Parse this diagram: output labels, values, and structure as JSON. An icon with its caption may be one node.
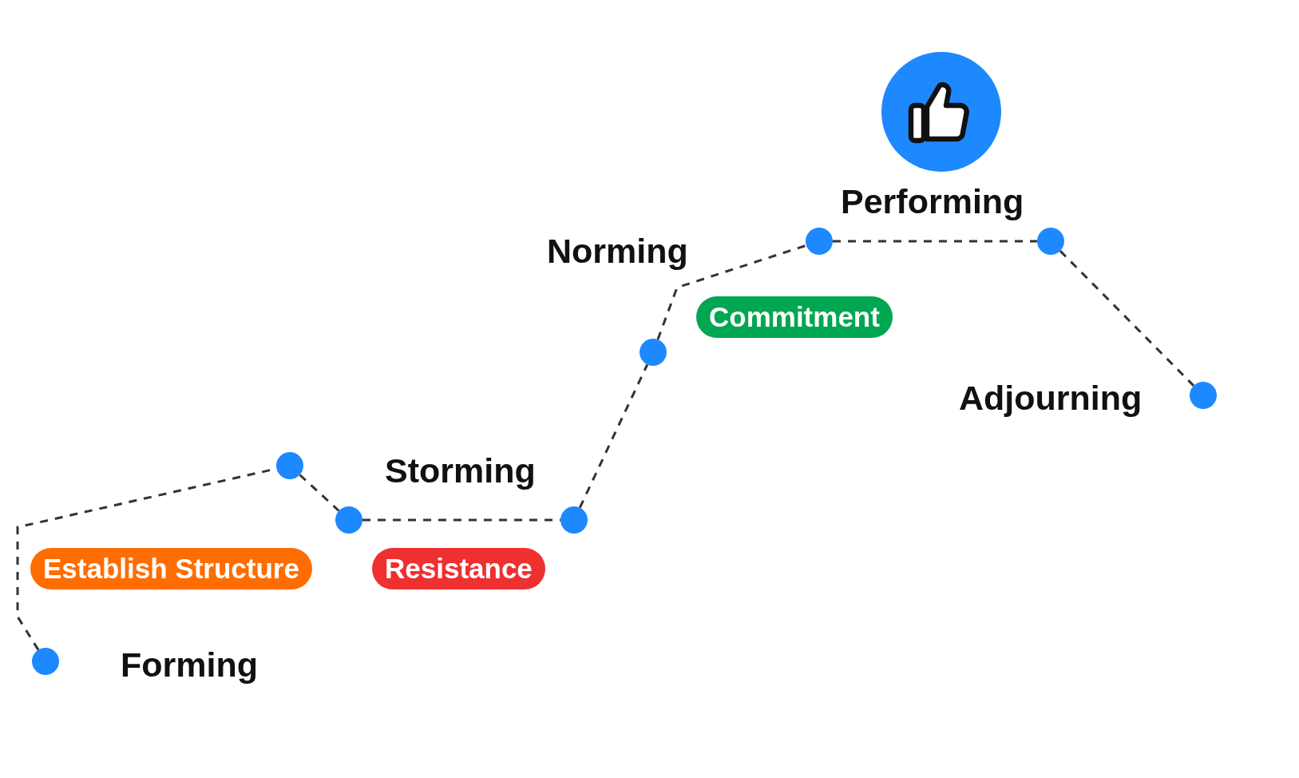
{
  "diagram": {
    "nodes": [
      {
        "text": [],
        "shape": "circle"
      },
      {
        "text": [],
        "shape": "circle"
      },
      {
        "text": [],
        "shape": "circle"
      },
      {
        "text": [],
        "shape": "circle"
      },
      {
        "text": [],
        "shape": "circle"
      },
      {
        "text": [],
        "shape": "circle"
      },
      {
        "text": [],
        "shape": "circle"
      },
      {
        "text": [],
        "shape": "circle"
      },
      {
        "text": [
          "Establish Structure"
        ]
      },
      {
        "text": [
          "Resistance"
        ]
      },
      {
        "text": [
          "Commitment"
        ]
      }
    ],
    "edges": [
      {
        "from": 0,
        "to": 1,
        "arrow": "none",
        "style": "dashed"
      },
      {
        "from": 1,
        "to": 2,
        "arrow": "none",
        "style": "dashed"
      },
      {
        "from": 2,
        "to": 3,
        "arrow": "none",
        "style": "dashed"
      },
      {
        "from": 3,
        "to": 4,
        "arrow": "none",
        "style": "dashed"
      },
      {
        "from": 4,
        "to": 5,
        "arrow": "none",
        "style": "dashed"
      },
      {
        "from": 5,
        "to": 6,
        "arrow": "none",
        "style": "dashed"
      },
      {
        "from": 6,
        "to": 7,
        "arrow": "none",
        "style": "dashed"
      }
    ],
    "labels": [
      "Performing",
      "Norming",
      "Adjourning",
      "Storming",
      "Forming"
    ]
  }
}
